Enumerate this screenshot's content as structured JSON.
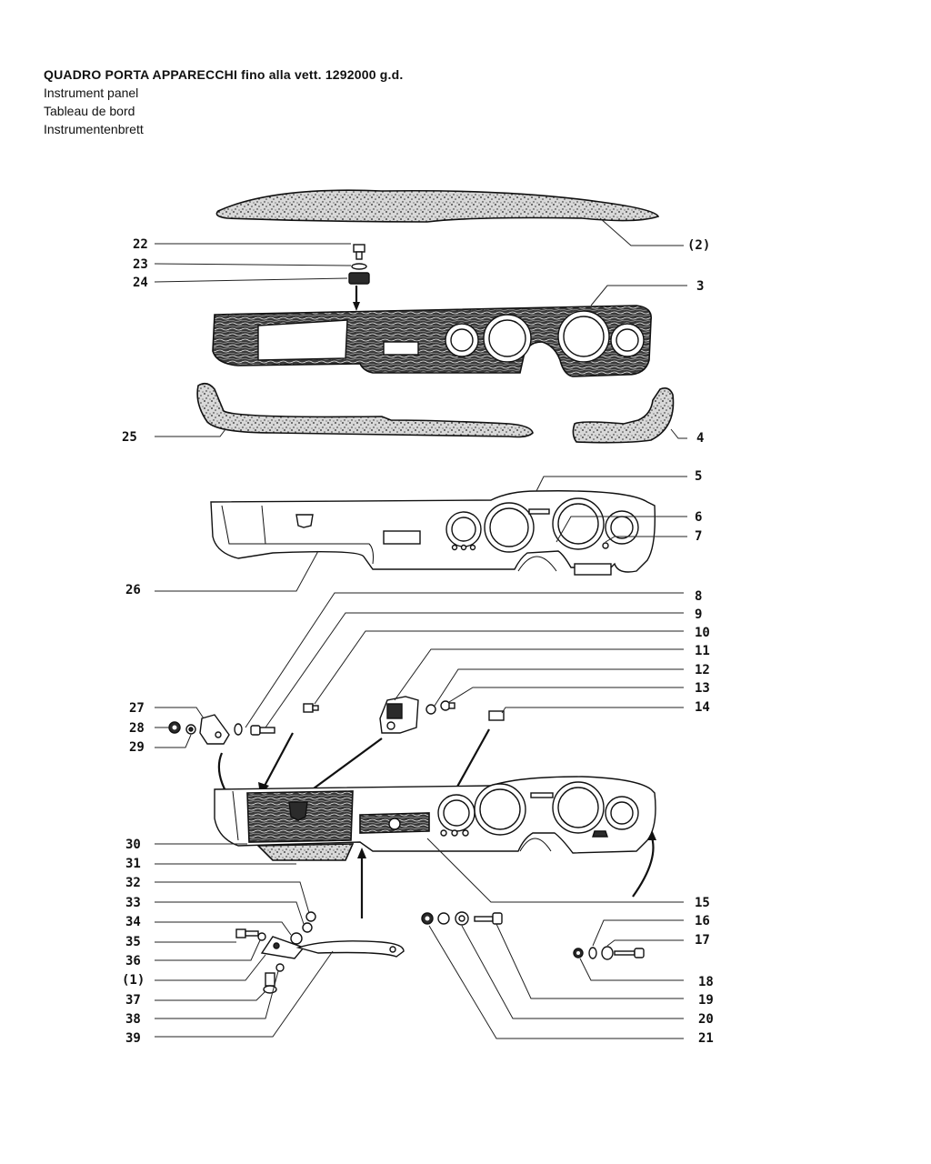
{
  "header": {
    "title": "QUADRO PORTA APPARECCHI",
    "title_suffix": "fino alla vett. 1292000 g.d.",
    "lines": [
      "Instrument   panel",
      "Tableau de bord",
      "Instrumentenbrett"
    ]
  },
  "callouts_left": [
    "22",
    "23",
    "24",
    "25",
    "26",
    "27",
    "28",
    "29",
    "30",
    "31",
    "32",
    "33",
    "34",
    "35",
    "36",
    "(1)",
    "37",
    "38",
    "39"
  ],
  "callouts_right": [
    "(2)",
    "3",
    "4",
    "5",
    "6",
    "7",
    "8",
    "9",
    "10",
    "11",
    "12",
    "13",
    "14",
    "15",
    "16",
    "17",
    "18",
    "19",
    "20",
    "21"
  ]
}
